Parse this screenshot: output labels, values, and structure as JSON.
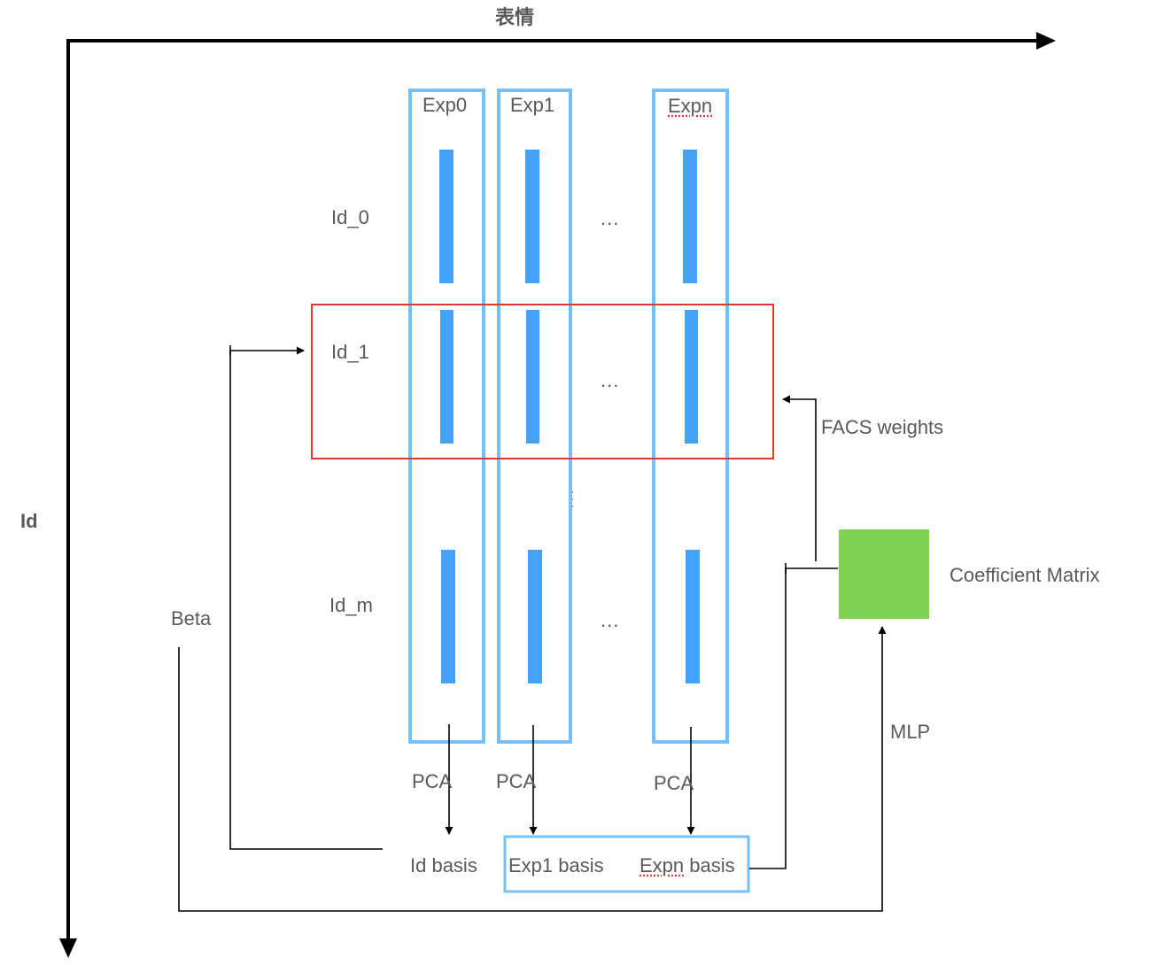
{
  "axes": {
    "horizontal_label": "表情",
    "vertical_label": "Id"
  },
  "columns": [
    {
      "label": "Exp0",
      "misspelled": false
    },
    {
      "label": "Exp1",
      "misspelled": false
    },
    {
      "label": "Expn",
      "misspelled": true
    }
  ],
  "rows": [
    {
      "label": "Id_0"
    },
    {
      "label": "Id_1",
      "highlighted": true
    },
    {
      "label": "Id_m"
    }
  ],
  "ellipsis": "...",
  "pca_labels": [
    "PCA",
    "PCA",
    "PCA"
  ],
  "bases": {
    "id_basis": "Id basis",
    "exp1_basis": "Exp1 basis",
    "expn_basis": "Expn basis"
  },
  "edges": {
    "beta": "Beta",
    "facs_weights": "FACS weights",
    "mlp": "MLP"
  },
  "coefficient_matrix": {
    "label": "Coefficient Matrix"
  },
  "colors": {
    "column_border": "#74c0fc",
    "vector_fill": "#45a2fa",
    "highlight_border": "#e03a2e",
    "matrix_fill": "#80d254",
    "text": "#595959",
    "line": "#000000"
  }
}
